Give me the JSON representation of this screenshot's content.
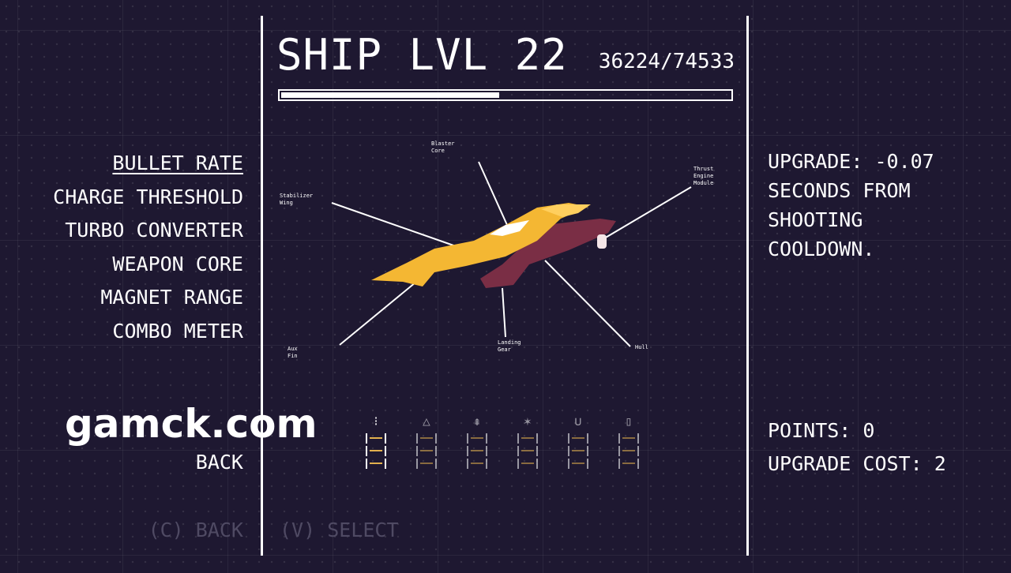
{
  "header": {
    "title": "SHIP LVL 22",
    "xp_text": "36224/74533",
    "xp_current": 36224,
    "xp_max": 74533,
    "xp_fraction": 0.486
  },
  "menu": {
    "items": [
      {
        "label": "BULLET RATE",
        "selected": true
      },
      {
        "label": "CHARGE THRESHOLD",
        "selected": false
      },
      {
        "label": "TURBO CONVERTER",
        "selected": false
      },
      {
        "label": "WEAPON CORE",
        "selected": false
      },
      {
        "label": "MAGNET RANGE",
        "selected": false
      },
      {
        "label": "COMBO METER",
        "selected": false
      }
    ],
    "back_label": "BACK"
  },
  "hints": {
    "back": "(C) BACK",
    "select": "(V) SELECT"
  },
  "details": {
    "description": "UPGRADE: -0.07\nSECONDS FROM\nSHOOTING\nCOOLDOWN.",
    "points": "POINTS: 0",
    "upgrade_cost": "UPGRADE COST: 2"
  },
  "ship_labels": {
    "top": "Blaster\nCore",
    "left": "Stabilizer\nWing",
    "right": "Thrust\nEngine\nModule",
    "bottom_left": "Aux\nFin",
    "bottom_mid": "Landing\nGear",
    "bottom_right": "Hull"
  },
  "slots": [
    {
      "icon": "bullet-icon",
      "glyph": "⁝",
      "active": true
    },
    {
      "icon": "triangle-icon",
      "glyph": "△",
      "active": false
    },
    {
      "icon": "chevrons-icon",
      "glyph": "⇞",
      "active": false
    },
    {
      "icon": "core-icon",
      "glyph": "✶",
      "active": false
    },
    {
      "icon": "magnet-icon",
      "glyph": "∪",
      "active": false
    },
    {
      "icon": "meter-icon",
      "glyph": "▯",
      "active": false
    }
  ],
  "watermark": "gamck.com",
  "colors": {
    "background": "#1e1831",
    "text": "#ffffff",
    "hint": "#4f4a63",
    "ship_yellow": "#f4b733",
    "ship_maroon": "#7a2e45",
    "rung_accent": "#e2b04e"
  }
}
